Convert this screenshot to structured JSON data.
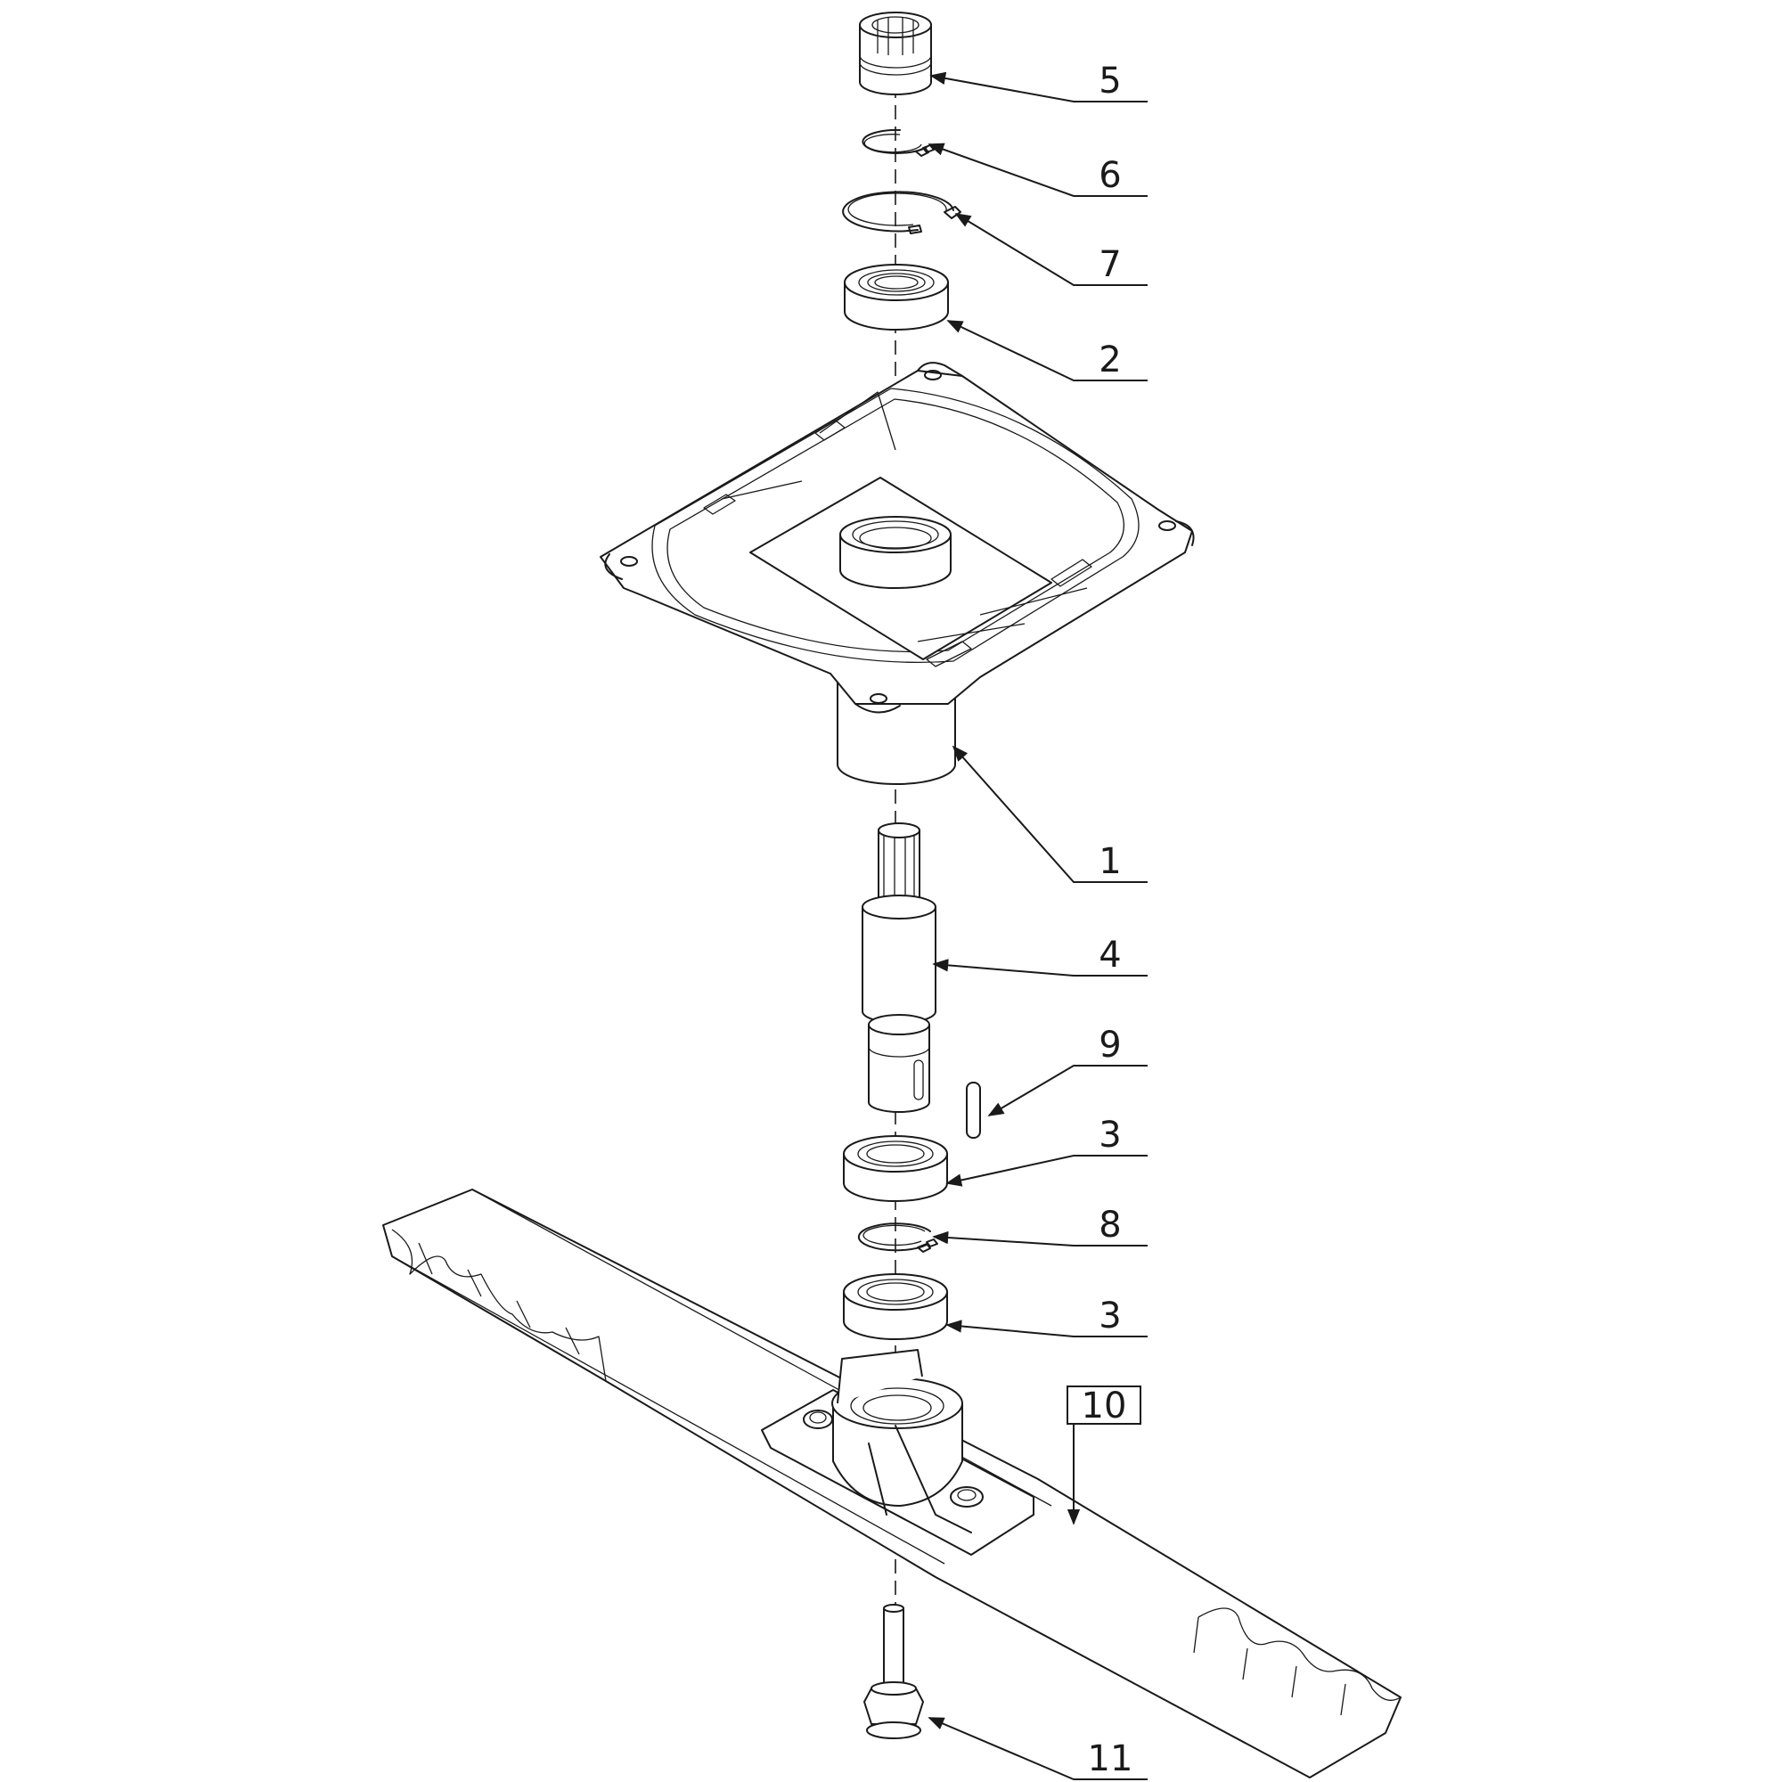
{
  "callouts": {
    "c5": "5",
    "c6": "6",
    "c7": "7",
    "c2": "2",
    "c1": "1",
    "c4": "4",
    "c9": "9",
    "c3a": "3",
    "c8": "8",
    "c3b": "3",
    "c10": "10",
    "c11": "11"
  },
  "colors": {
    "line": "#1a1a1a",
    "background": "#ffffff"
  }
}
